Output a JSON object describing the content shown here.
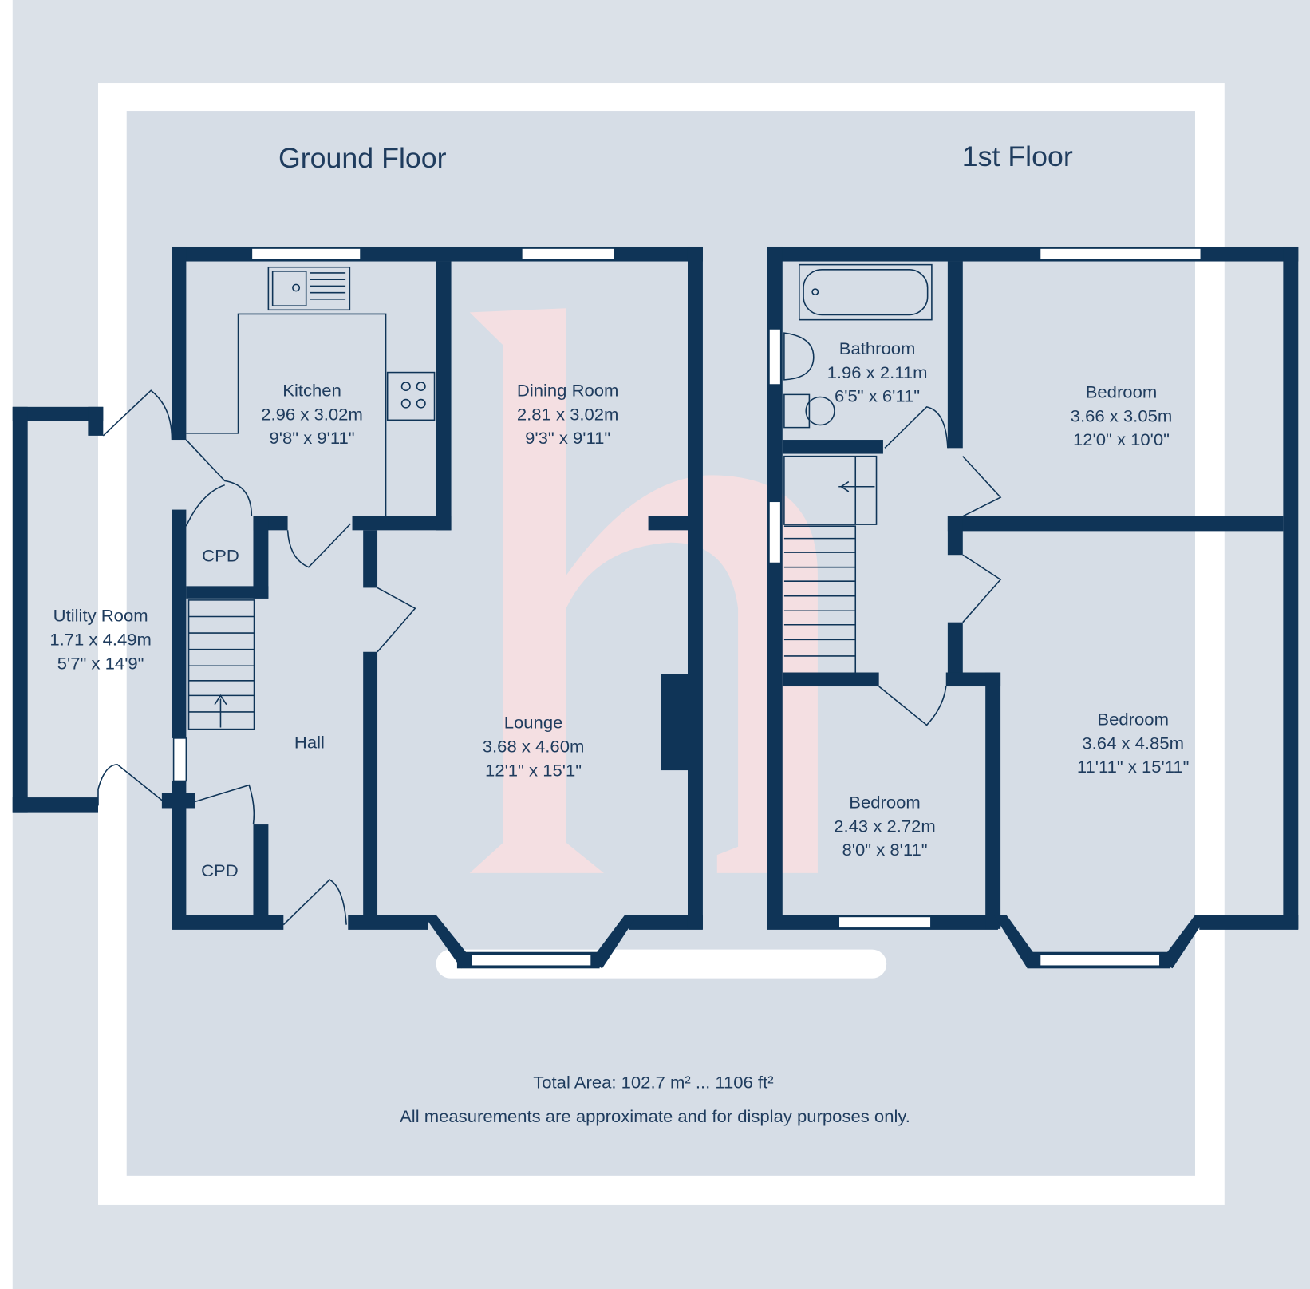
{
  "colors": {
    "background": "#dbe1e8",
    "frame": "#ffffff",
    "inner": "#d6dde6",
    "wall": "#0f3457",
    "text": "#1f3c5e",
    "watermark": "#f9dfe1"
  },
  "watermark_logo": "h",
  "ground_floor": {
    "title": "Ground Floor",
    "rooms": [
      {
        "name": "Kitchen",
        "metric": "2.96 x 3.02m",
        "imperial": "9'8\" x 9'11\""
      },
      {
        "name": "Dining Room",
        "metric": "2.81 x 3.02m",
        "imperial": "9'3\" x 9'11\""
      },
      {
        "name": "Utility Room",
        "metric": "1.71 x 4.49m",
        "imperial": "5'7\" x 14'9\""
      },
      {
        "name": "Lounge",
        "metric": "3.68 x 4.60m",
        "imperial": "12'1\" x 15'1\""
      },
      {
        "name": "Hall"
      },
      {
        "name": "CPD"
      },
      {
        "name": "CPD"
      }
    ]
  },
  "first_floor": {
    "title": "1st Floor",
    "rooms": [
      {
        "name": "Bathroom",
        "metric": "1.96 x 2.11m",
        "imperial": "6'5\" x 6'11\""
      },
      {
        "name": "Bedroom",
        "metric": "3.66 x 3.05m",
        "imperial": "12'0\" x 10'0\""
      },
      {
        "name": "Bedroom",
        "metric": "3.64 x 4.85m",
        "imperial": "11'11\" x 15'11\""
      },
      {
        "name": "Bedroom",
        "metric": "2.43 x 2.72m",
        "imperial": "8'0\" x 8'11\""
      }
    ]
  },
  "footer": {
    "total_area": "Total Area: 102.7 m² ... 1106 ft²",
    "disclaimer": "All measurements are approximate and for display purposes only."
  }
}
